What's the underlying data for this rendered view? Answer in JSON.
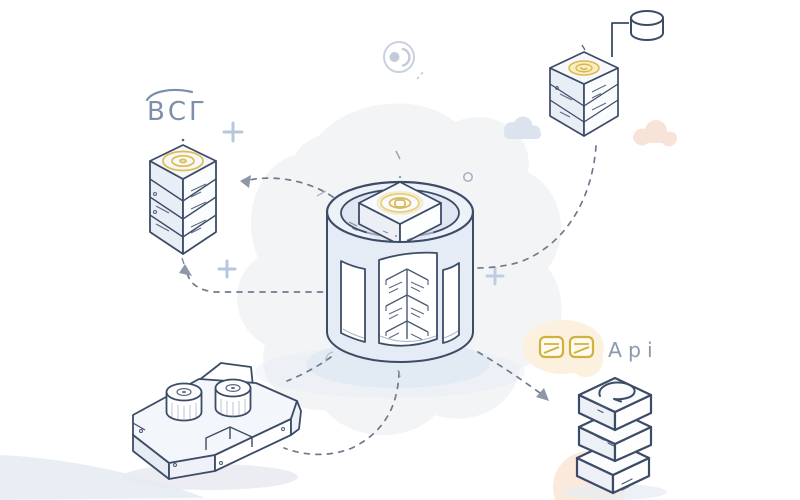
{
  "illustration": {
    "name": "isometric-data-platform-diagram",
    "labels": {
      "left": "ВСГ",
      "right": "Api"
    },
    "nodes": [
      {
        "id": "left-server-tower",
        "desc": "isometric server tower with yellow concentric disc on top"
      },
      {
        "id": "central-container-cylinder",
        "desc": "open cylinder containing a cube with yellow disc and a server tower seen through windows"
      },
      {
        "id": "top-right-server-tower",
        "desc": "isometric server tower with filled yellow disc, linked to database icon"
      },
      {
        "id": "bottom-right-box-stack",
        "desc": "stack of three rounded boxes, top box marked with refresh arrow"
      },
      {
        "id": "bottom-left-machine",
        "desc": "isometric machine block with two drums"
      },
      {
        "id": "database-cylinder-icon",
        "desc": "small database cylinder outline, top right"
      },
      {
        "id": "sync-circle-icon",
        "desc": "circled dot-and-bracket icon, top center"
      },
      {
        "id": "api-cards-icon",
        "desc": "two yellow rounded card icons beside Api label"
      }
    ],
    "connections": [
      {
        "from": "central-container-cylinder",
        "to": "left-server-tower",
        "style": "dashed",
        "arrow": true
      },
      {
        "from": "central-container-cylinder",
        "to": "left-server-tower",
        "style": "dashed-bottom",
        "arrow": true
      },
      {
        "from": "top-right-server-tower",
        "to": "central-container-cylinder",
        "style": "dashed",
        "arrow": false
      },
      {
        "from": "central-container-cylinder",
        "to": "bottom-right-box-stack",
        "style": "dashed",
        "arrow": true
      },
      {
        "from": "central-container-cylinder",
        "to": "bottom-left-machine",
        "style": "dashed",
        "arrow": false
      },
      {
        "from": "database-cylinder-icon",
        "to": "top-right-server-tower",
        "style": "solid-elbow",
        "arrow": false
      }
    ],
    "decorations": {
      "plus_signs": 3,
      "clouds": [
        "blue-cloud",
        "peach-cloud"
      ]
    },
    "colors": {
      "outline_navy": "#3d4c66",
      "detail_slate": "#4a5a73",
      "fill_light": "#eef2f8",
      "fill_mid": "#e3e9f4",
      "accent_yellow": "#d9b84e",
      "accent_yellow_pale": "#f8edc0",
      "api_yellow": "#d1b13e",
      "dashed_gray": "#6e7a8e",
      "arrow_gray": "#8d97a8",
      "plus_blue": "#b7c8dc",
      "cloud_blue": "#dbe3ef",
      "cloud_peach": "#f8e3d9",
      "blob_gray": "#f3f4f6",
      "blob_peach": "#fcf0de",
      "shadow_blue": "#dde7f3",
      "label_text": "#7e90a9",
      "api_text": "#8a99ae"
    }
  }
}
